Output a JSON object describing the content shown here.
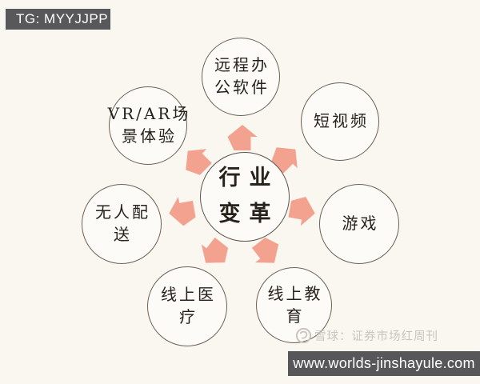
{
  "badge": {
    "label": "TG: MYYJJPP"
  },
  "diagram": {
    "title": "行业变革",
    "center": {
      "label": "行业变革",
      "line1": "行业",
      "line2": "变革"
    },
    "nodes": [
      {
        "id": "remote-office-software",
        "label": "远程办公软件",
        "line1": "远程办",
        "line2": "公软件",
        "position": "top"
      },
      {
        "id": "short-video",
        "label": "短视频",
        "line1": "短视频",
        "line2": "",
        "position": "top-right"
      },
      {
        "id": "games",
        "label": "游戏",
        "line1": "游戏",
        "line2": "",
        "position": "right"
      },
      {
        "id": "online-education",
        "label": "线上教育",
        "line1": "线上教",
        "line2": "育",
        "position": "bottom-right"
      },
      {
        "id": "online-medical",
        "label": "线上医疗",
        "line1": "线上医",
        "line2": "疗",
        "position": "bottom-left"
      },
      {
        "id": "unmanned-delivery",
        "label": "无人配送",
        "line1": "无人配",
        "line2": "送",
        "position": "left"
      },
      {
        "id": "vr-ar-experience",
        "label": "VR/AR场景体验",
        "line1": "VR/AR场",
        "line2": "景体验",
        "position": "top-left"
      }
    ]
  },
  "watermark": {
    "icon": "xueqiu-logo",
    "text": "雪球：证券市场红周刊"
  },
  "footer": {
    "url": "www.worlds-jinshayule.com"
  },
  "colors": {
    "background": "#faf7f1",
    "arrow": "#f2a28e",
    "circle_stroke": "#6a6156",
    "badge_bg": "#58585a",
    "footer_bg": "#57575a",
    "text": "#26221c",
    "watermark_gray": "#c8c4bf"
  }
}
